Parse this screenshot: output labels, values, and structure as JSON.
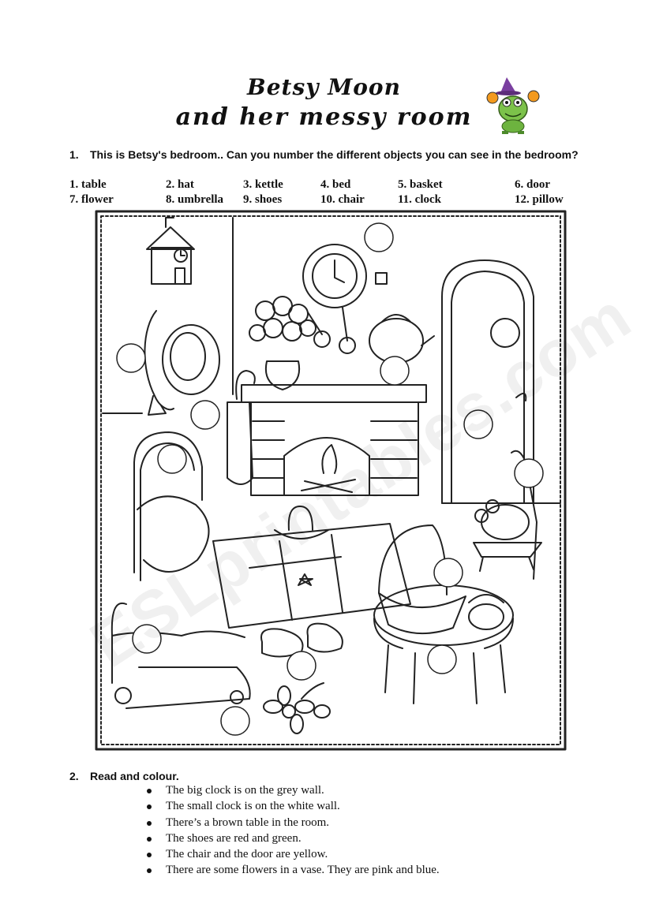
{
  "title": {
    "line1": "Betsy Moon",
    "line2": "and her messy room"
  },
  "exercise1": {
    "number": "1.",
    "instruction": "This is Betsy's bedroom.. Can you number the different objects you can see in the bedroom?",
    "words": [
      "1. table",
      "2. hat",
      "3. kettle",
      "4. bed",
      "5. basket",
      "6. door",
      "7. flower",
      "8. umbrella",
      "9. shoes",
      "10. chair",
      "11. clock",
      "12. pillow"
    ]
  },
  "exercise2": {
    "number": "2.",
    "instruction": "Read and colour.",
    "sentences": [
      "The big clock is on the grey wall.",
      "The small clock is on the white wall.",
      "There’s a brown table in the room.",
      "The shoes are red and green.",
      "The chair and the door are yellow.",
      "There are some flowers in a vase. They are pink and blue."
    ]
  },
  "watermark": "ESLprintables.com",
  "icons": {
    "mascot": "frog-witch-icon",
    "bullet": "bullet-dot-icon"
  }
}
